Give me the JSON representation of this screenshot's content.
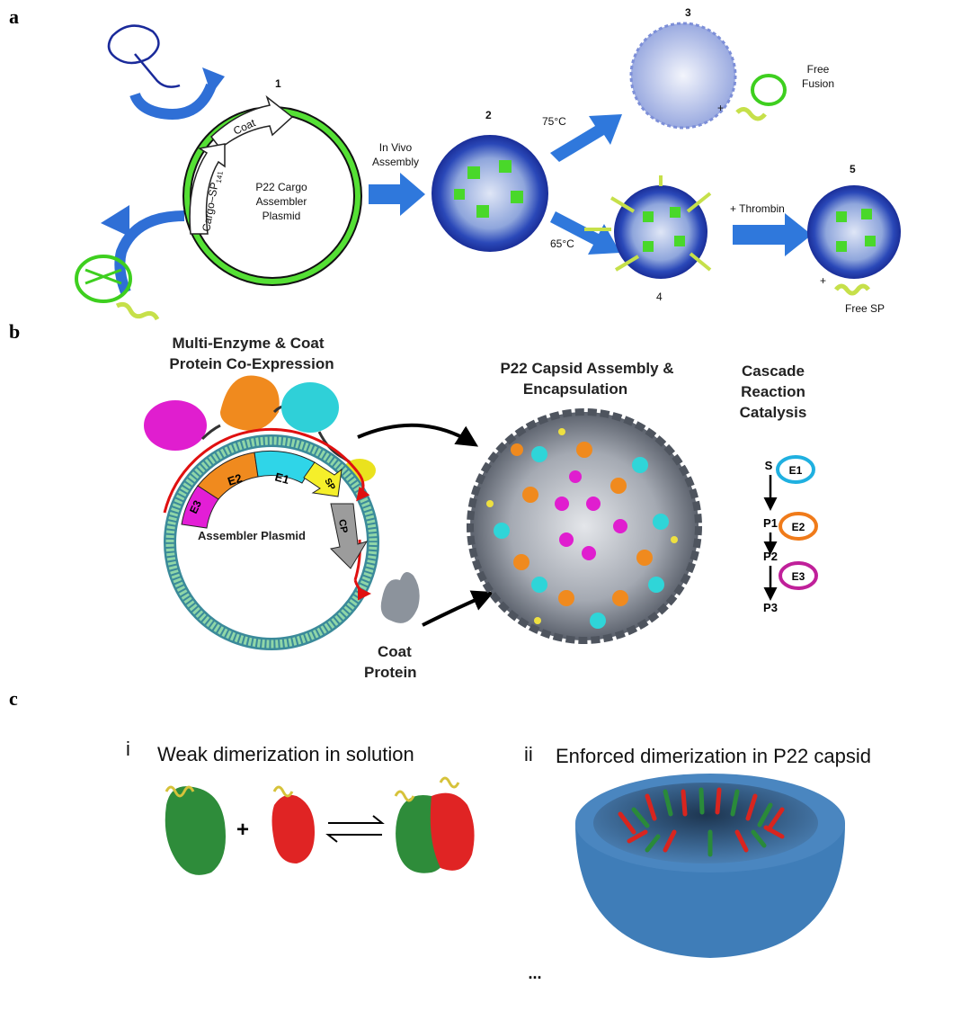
{
  "panel_a": {
    "label": "a",
    "steps": [
      "1",
      "2",
      "3",
      "4",
      "5"
    ],
    "plasmid": {
      "gene_coat": "Coat",
      "gene_cargo": "Cargo–SP",
      "gene_cargo_sub": "141",
      "name_lines": [
        "P22 Cargo",
        "Assembler",
        "Plasmid"
      ]
    },
    "in_vivo_lines": [
      "In Vivo",
      "Assembly"
    ],
    "temp_high": "75°C",
    "temp_low": "65°C",
    "plus": "+",
    "free_fusion_lines": [
      "Free",
      "Fusion"
    ],
    "thrombin": "+ Thrombin",
    "free_sp": "Free SP"
  },
  "panel_b": {
    "label": "b",
    "coexpression_lines": [
      "Multi-Enzyme & Coat",
      "Protein Co-Expression"
    ],
    "assembly_lines": [
      "P22 Capsid Assembly &",
      "Encapsulation"
    ],
    "cascade_lines": [
      "Cascade",
      "Reaction",
      "Catalysis"
    ],
    "genes": [
      "E3",
      "E2",
      "E1",
      "SP",
      "CP"
    ],
    "plasmid_name": "Assembler Plasmid",
    "coat_lines": [
      "Coat",
      "Protein"
    ],
    "cascade": {
      "species": [
        "S",
        "P1",
        "P2",
        "P3"
      ],
      "enzymes": [
        "E1",
        "E2",
        "E3"
      ]
    },
    "colors": {
      "E1": "#1fb0e0",
      "E2": "#f07b1a",
      "E3": "#c0209a"
    }
  },
  "panel_c": {
    "label": "c",
    "part_i": {
      "numeral": "i",
      "title": "Weak dimerization in solution",
      "plus": "+"
    },
    "part_ii": {
      "numeral": "ii",
      "title": "Enforced dimerization in P22 capsid"
    },
    "ellipsis": "..."
  }
}
